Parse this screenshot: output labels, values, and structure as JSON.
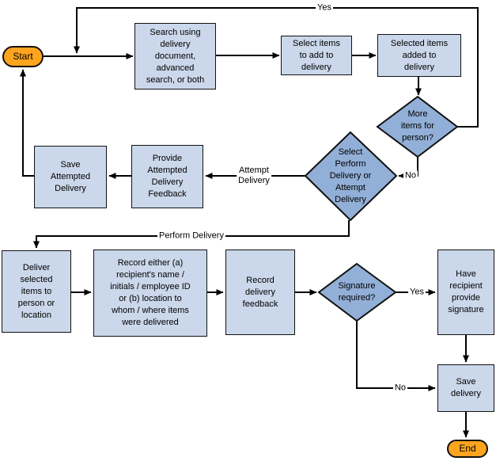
{
  "diagram": {
    "type": "flowchart",
    "colors": {
      "process_fill": "#cbd7ea",
      "decision_fill": "#92afd7",
      "terminal_fill": "#ffa41f",
      "line": "#000000",
      "text": "#000000",
      "background": "#ffffff"
    },
    "nodes": {
      "start": "Start",
      "search": "Search using\ndelivery\ndocument,\nadvanced\nsearch, or both",
      "select_items": "Select items\nto add to\ndelivery",
      "selected_items": "Selected items\nadded to\ndelivery",
      "more_items": "More\nitems for\nperson?",
      "select_delivery": "Select\nPerform\nDelivery or\nAttempt\nDelivery",
      "provide_feedback": "Provide\nAttempted\nDelivery\nFeedback",
      "save_attempted": "Save\nAttempted\nDelivery",
      "deliver": "Deliver\nselected\nitems to\nperson or\nlocation",
      "record_either": "Record either (a)\nrecipient's name /\ninitials / employee ID\nor (b) location to\nwhom / where items\nwere delivered",
      "record_feedback": "Record\ndelivery\nfeedback",
      "signature_required": "Signature\nrequired?",
      "have_recipient": "Have\nrecipient\nprovide\nsignature",
      "save_delivery": "Save\ndelivery",
      "end": "End"
    },
    "edge_labels": {
      "more_items_yes": "Yes",
      "more_items_no": "No",
      "attempt_delivery": "Attempt\nDelivery",
      "perform_delivery": "Perform Delivery",
      "signature_yes": "Yes",
      "signature_no": "No"
    }
  }
}
